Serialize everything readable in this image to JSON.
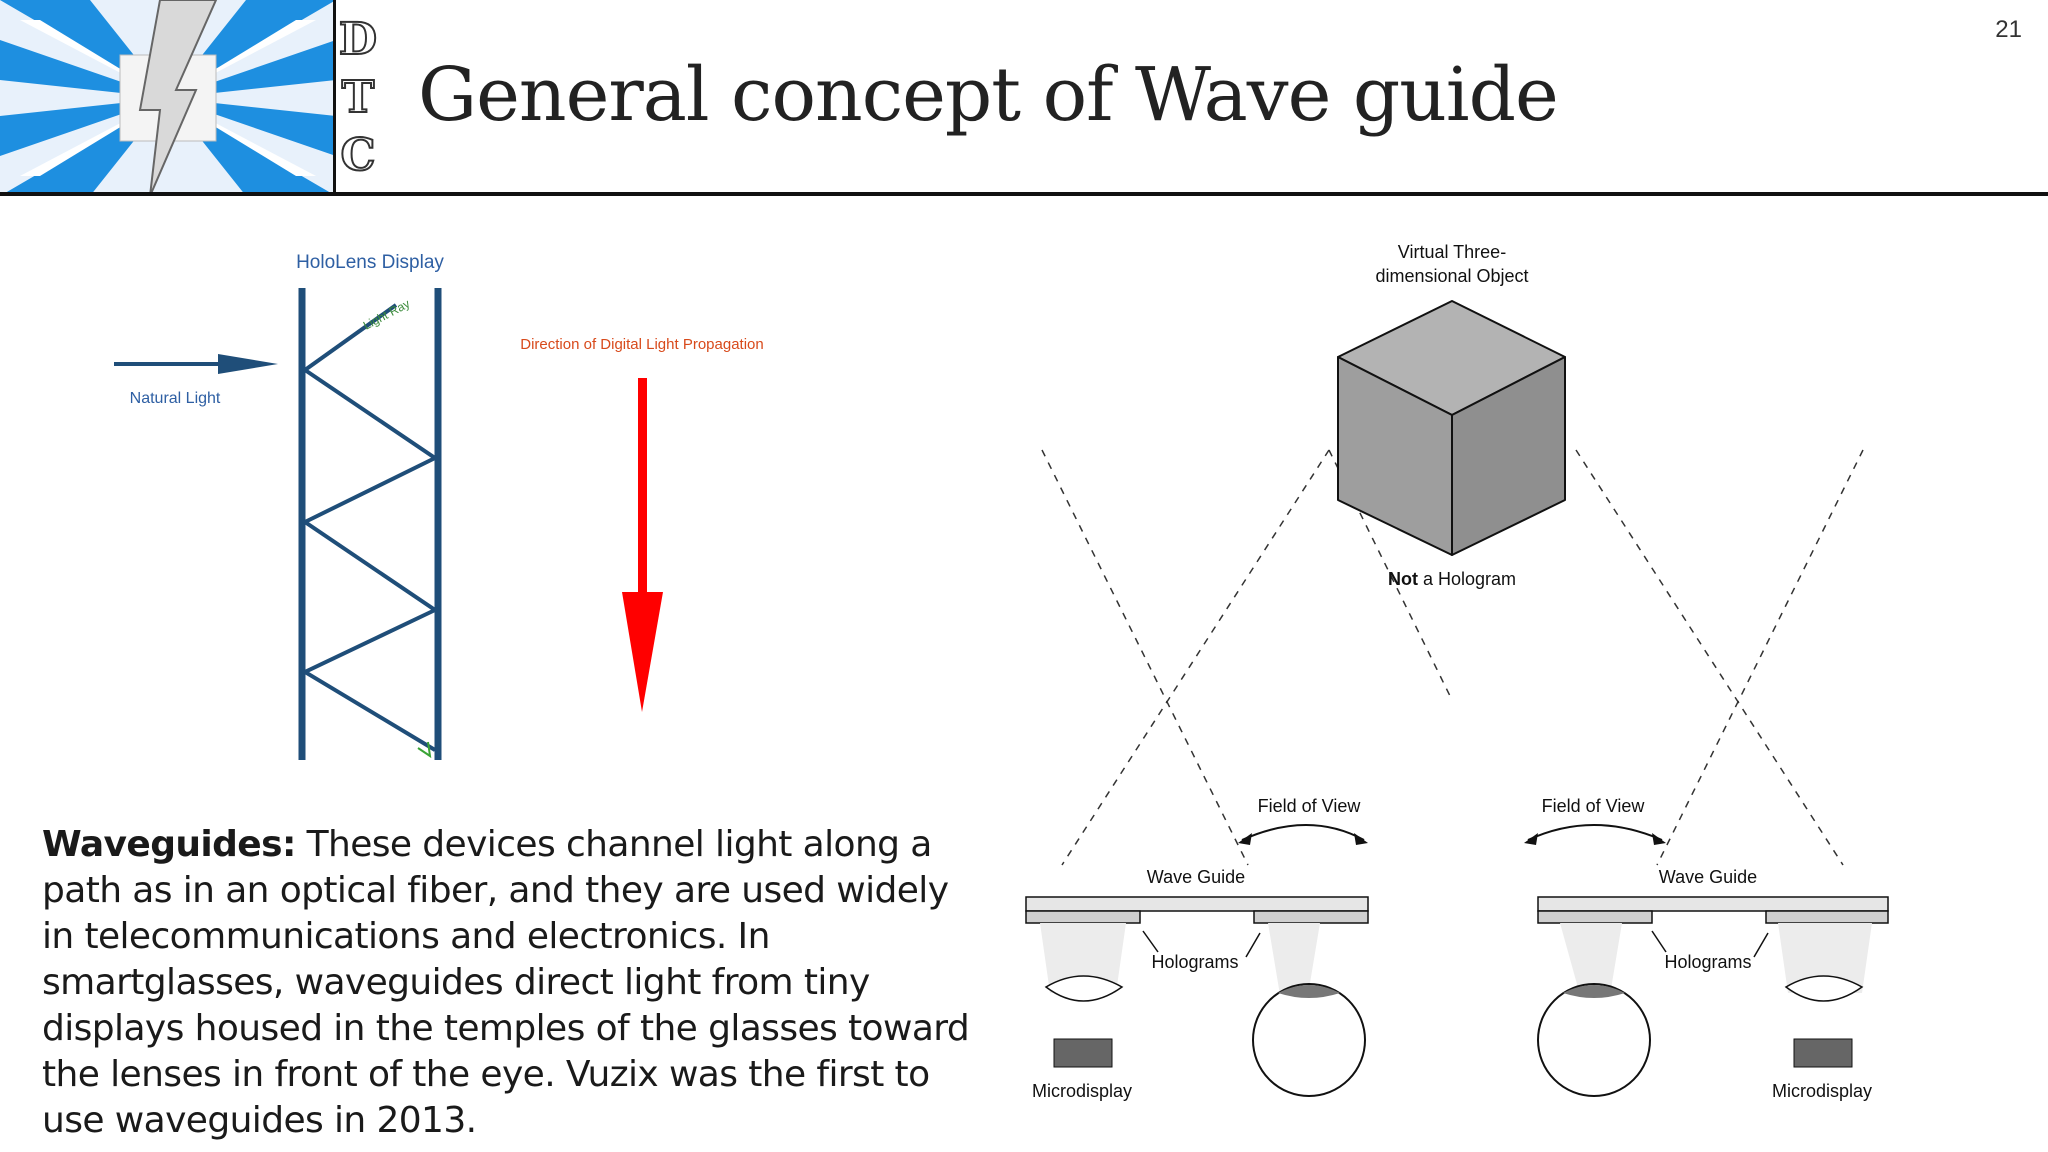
{
  "slide": {
    "title": "General concept of Wave guide",
    "page_number": "21",
    "logo_letters": [
      "D",
      "T",
      "C"
    ]
  },
  "left_figure": {
    "heading": "HoloLens Display",
    "light_ray_label": "Light Ray",
    "natural_light_label": "Natural Light",
    "direction_label": "Direction of Digital Light Propagation",
    "colors": {
      "waveguide": "#1f4e79",
      "arrow": "#ff0000",
      "heading": "#2e5fa3",
      "label": "#d84a1b"
    }
  },
  "right_figure": {
    "object_label": "Virtual Three-dimensional Object",
    "object_label_line1": "Virtual Three-",
    "object_label_line2": "dimensional Object",
    "not_hologram_bold": "Not",
    "not_hologram_rest": " a Hologram",
    "left_unit": {
      "fov_label": "Field of View",
      "waveguide_label": "Wave Guide",
      "holograms_label": "Holograms",
      "microdisplay_label": "Microdisplay"
    },
    "right_unit": {
      "fov_label": "Field of View",
      "waveguide_label": "Wave Guide",
      "holograms_label": "Holograms",
      "microdisplay_label": "Microdisplay"
    }
  },
  "body": {
    "term": "Waveguides:",
    "text": "These devices channel light along a path as in an optical fiber, and they are used widely in telecommunications and electronics. In smartglasses, waveguides direct light from tiny displays housed in the temples of the glasses toward the lenses in front of the eye. Vuzix was the first to use waveguides in 2013."
  }
}
